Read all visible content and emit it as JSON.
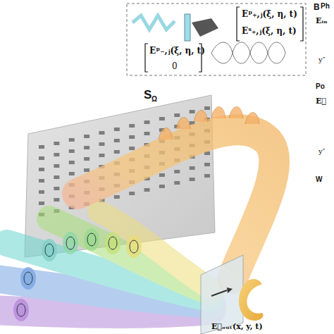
{
  "diagram": {
    "labels": [
      "Eᵖ₊,ⱼ(ξ, η, t)",
      "Eˢ₊,ⱼ(ξ, η, t)",
      "Eᵖ₋,ⱼ(ξ, η, t)",
      "0",
      "S",
      "Ω",
      "E⃗ₒᵤₜ(x, y, t)",
      "B",
      "Ph",
      "Eᵢₙ",
      "y″",
      "Po",
      "E⃗",
      "y″",
      "W"
    ]
  }
}
